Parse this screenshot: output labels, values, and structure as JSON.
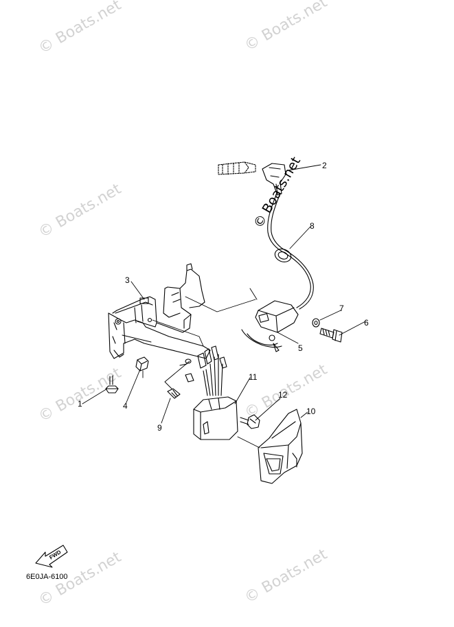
{
  "watermark": "© Boats.net",
  "diagram_code": "6E0JA-6100",
  "fwd_label": "FWD",
  "callouts": [
    {
      "n": "1"
    },
    {
      "n": "2"
    },
    {
      "n": "3"
    },
    {
      "n": "4"
    },
    {
      "n": "5"
    },
    {
      "n": "6"
    },
    {
      "n": "7"
    },
    {
      "n": "8"
    },
    {
      "n": "9"
    },
    {
      "n": "10"
    },
    {
      "n": "11"
    },
    {
      "n": "12"
    }
  ]
}
